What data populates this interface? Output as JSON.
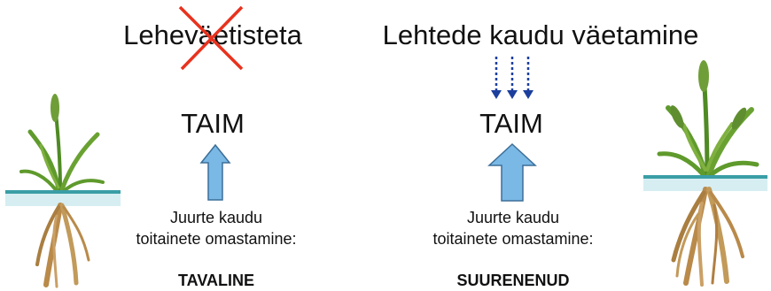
{
  "left": {
    "heading": "Leheväetisteta",
    "plant_label": "TAIM",
    "uptake_line1": "Juurte kaudu",
    "uptake_line2": "toitainete omastamine:",
    "uptake_level": "TAVALINE"
  },
  "right": {
    "heading": "Lehtede kaudu väetamine",
    "plant_label": "TAIM",
    "uptake_line1": "Juurte kaudu",
    "uptake_line2": "toitainete omastamine:",
    "uptake_level": "SUURENENUD"
  },
  "colors": {
    "cross": "#e8321e",
    "arrow_fill": "#7ab8e6",
    "arrow_stroke": "#3c6f98",
    "dotted_arrow": "#1c3f9e",
    "soil_line": "#3a9ea6",
    "leaf": "#5f9a2c",
    "root": "#b98a4a"
  }
}
